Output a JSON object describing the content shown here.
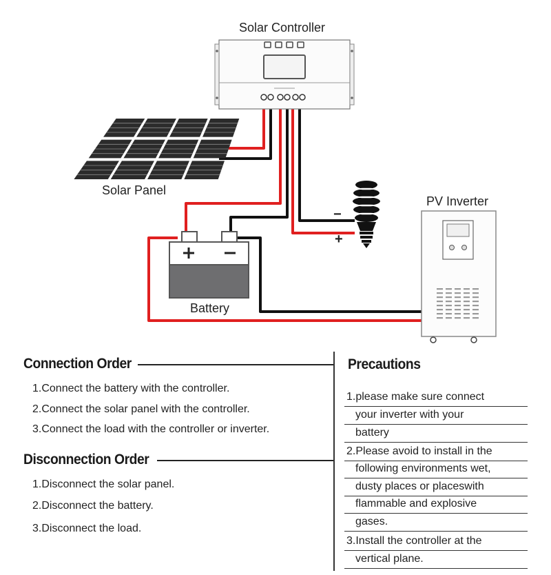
{
  "diagram": {
    "controller_label": "Solar Controller",
    "panel_label": "Solar Panel",
    "inverter_label": "PV Inverter",
    "battery_label": "Battery",
    "battery_plus": "+",
    "battery_minus": "−",
    "load_minus": "−",
    "load_plus": "+",
    "wire_colors": {
      "positive": "#e02020",
      "negative": "#111111"
    }
  },
  "connection_order": {
    "title": "Connection Order",
    "steps": [
      "1.Connect the battery with the controller.",
      "2.Connect the solar panel with the controller.",
      "3.Connect the load with the controller or inverter."
    ]
  },
  "disconnection_order": {
    "title": "Disconnection Order",
    "steps": [
      "1.Disconnect the solar panel.",
      "2.Disconnect the battery.",
      "3.Disconnect the load."
    ]
  },
  "precautions": {
    "title": "Precautions",
    "lines": [
      "1.please make sure connect",
      "your inverter with your",
      "battery",
      "2.Please avoid to install in the",
      "following environments wet,",
      "dusty places or placeswith",
      "flammable and explosive",
      "gases.",
      "3.Install the controller at the",
      "vertical plane."
    ]
  }
}
